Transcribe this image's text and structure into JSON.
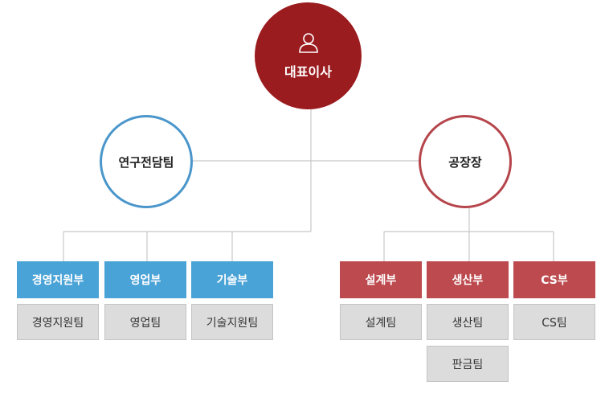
{
  "ceo": {
    "label": "대표이사",
    "icon": "person-icon",
    "color": "#9b1c1f"
  },
  "divisions": {
    "research": {
      "label": "연구전담팀",
      "border_color": "#4a96cb"
    },
    "plant": {
      "label": "공장장",
      "border_color": "#b5454b"
    }
  },
  "departments": [
    {
      "label": "경영지원부",
      "color": "#4aa3d6",
      "teams": [
        "경영지원팀"
      ]
    },
    {
      "label": "영업부",
      "color": "#4aa3d6",
      "teams": [
        "영업팀"
      ]
    },
    {
      "label": "기술부",
      "color": "#4aa3d6",
      "teams": [
        "기술지원팀"
      ]
    },
    {
      "label": "설계부",
      "color": "#bd4a4e",
      "teams": [
        "설계팀"
      ]
    },
    {
      "label": "생산부",
      "color": "#bd4a4e",
      "teams": [
        "생산팀",
        "판금팀"
      ]
    },
    {
      "label": "CS부",
      "color": "#bd4a4e",
      "teams": [
        "CS팀"
      ]
    }
  ]
}
